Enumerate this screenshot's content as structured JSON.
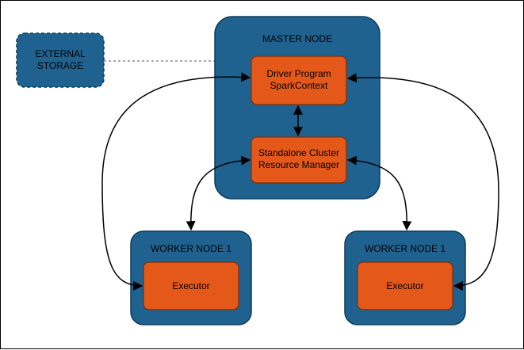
{
  "colors": {
    "container_fill": "#1f6290",
    "container_stroke": "#0d3b5c",
    "component_fill": "#e4591a",
    "component_stroke": "#7a2e08",
    "edge": "#000000",
    "dashed_link": "#555555"
  },
  "external_storage": {
    "label_line1": "EXTERNAL",
    "label_line2": "STORAGE"
  },
  "master_node": {
    "label": "MASTER NODE",
    "driver": {
      "line1": "Driver Program",
      "line2": "SparkContext"
    },
    "cluster_manager": {
      "line1": "Standalone Cluster",
      "line2": "Resource Manager"
    }
  },
  "worker_nodes": [
    {
      "label": "WORKER NODE 1",
      "executor_label": "Executor"
    },
    {
      "label": "WORKER NODE 1",
      "executor_label": "Executor"
    }
  ]
}
